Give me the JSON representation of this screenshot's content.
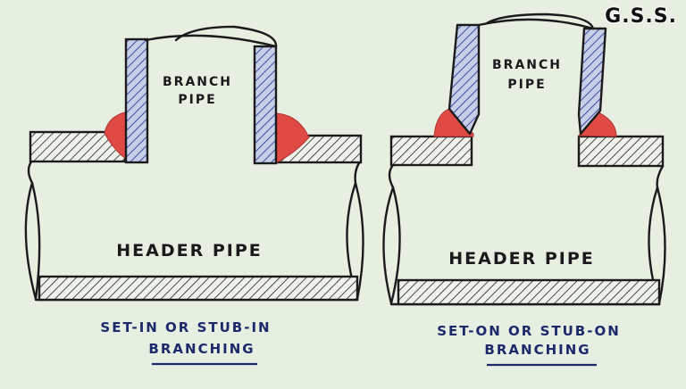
{
  "watermark": "G.S.S.",
  "left": {
    "branch_label_1": "BRANCH",
    "branch_label_2": "PIPE",
    "header_label": "HEADER PIPE",
    "caption_1": "SET-IN OR STUB-IN",
    "caption_2": "BRANCHING"
  },
  "right": {
    "branch_label_1": "BRANCH",
    "branch_label_2": "PIPE",
    "header_label": "HEADER PIPE",
    "caption_1": "SET-ON OR STUB-ON",
    "caption_2": "BRANCHING"
  },
  "colors": {
    "background": "#e7eee2",
    "ink": "#1b1b1b",
    "weld": "#e04a45",
    "branch_hatch": "#3b4aa8",
    "caption_blue": "#1c2a6b"
  }
}
